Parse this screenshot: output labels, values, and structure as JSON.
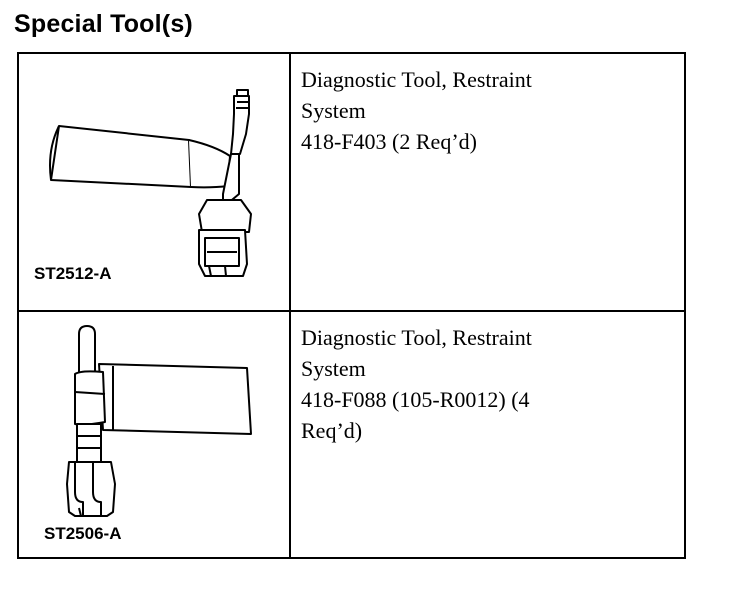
{
  "heading": "Special Tool(s)",
  "tools": [
    {
      "code": "ST2512-A",
      "lines": [
        "Diagnostic Tool, Restraint",
        "System",
        "418-F403 (2 Req’d)"
      ]
    },
    {
      "code": "ST2506-A",
      "lines": [
        "Diagnostic Tool, Restraint",
        "System",
        "418-F088 (105-R0012) (4",
        "Req’d)"
      ]
    }
  ]
}
